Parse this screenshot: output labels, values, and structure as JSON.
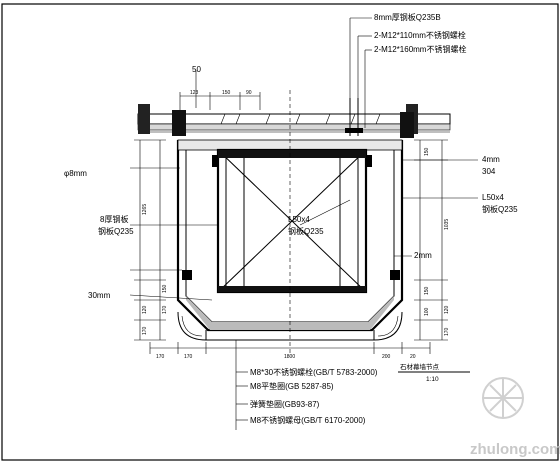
{
  "callouts_top": [
    {
      "text": "8mm厚钢板Q235B"
    },
    {
      "text": "2-M12*110mm不锈钢螺栓"
    },
    {
      "text": "2-M12*160mm不锈钢螺栓"
    }
  ],
  "callouts_left": [
    {
      "text": "50"
    },
    {
      "text": "8厚钢板"
    },
    {
      "text": "钢板Q235"
    },
    {
      "text": "φ8mm"
    },
    {
      "text": "30mm"
    }
  ],
  "callouts_right": [
    {
      "text": "4mm"
    },
    {
      "text": "304"
    },
    {
      "text": "L50x4"
    },
    {
      "text": "钢板Q235"
    },
    {
      "text": "2mm"
    }
  ],
  "center_labels": [
    {
      "text": "L50x4"
    },
    {
      "text": "钢板Q235"
    }
  ],
  "fasteners": [
    {
      "text": "M8*30不锈钢螺栓(GB/T 5783-2000)"
    },
    {
      "text": "M8平垫圈(GB 5287-85)"
    },
    {
      "text": "弹簧垫圈(GB93-87)"
    },
    {
      "text": "M8不锈钢螺母(GB/T 6170-2000)"
    }
  ],
  "dims_top": [
    "123",
    "150",
    "90"
  ],
  "dims_bottom": [
    "170",
    "170",
    "1800",
    "200",
    "20"
  ],
  "dims_left": [
    "1265",
    "150",
    "170",
    "120",
    "170"
  ],
  "dims_right": [
    "150",
    "1035",
    "150",
    "120",
    "100",
    "170"
  ],
  "title": {
    "name": "石材幕墙节点",
    "scale": "1:10"
  },
  "watermark": "zhulong.com"
}
